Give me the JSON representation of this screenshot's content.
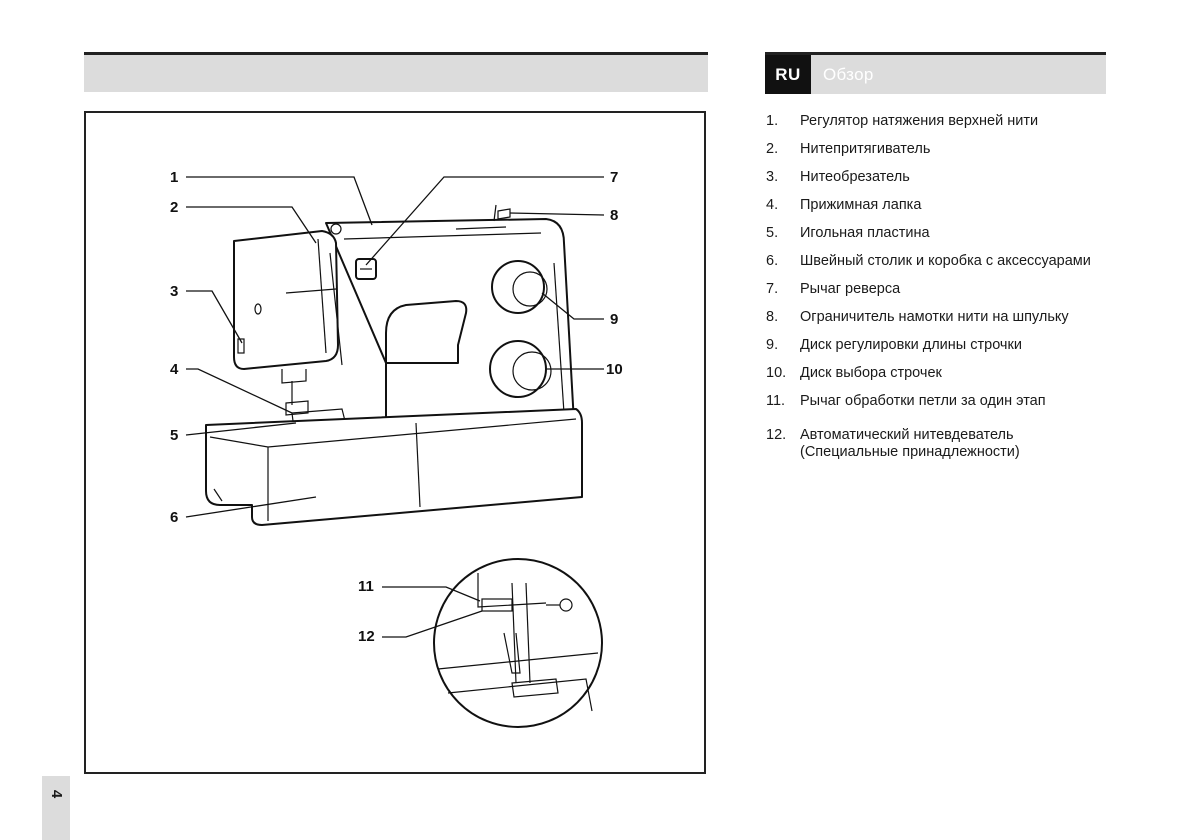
{
  "header": {
    "lang_code": "RU",
    "title": "Обзор"
  },
  "page_number": "4",
  "callouts": {
    "c1": "1",
    "c2": "2",
    "c3": "3",
    "c4": "4",
    "c5": "5",
    "c6": "6",
    "c7": "7",
    "c8": "8",
    "c9": "9",
    "c10": "10",
    "c11": "11",
    "c12": "12"
  },
  "parts": [
    {
      "num": "1.",
      "label": "Регулятор натяжения верхней нити"
    },
    {
      "num": "2.",
      "label": "Нитепритягиватель"
    },
    {
      "num": "3.",
      "label": "Нитеобрезатель"
    },
    {
      "num": "4.",
      "label": "Прижимная лапка"
    },
    {
      "num": "5.",
      "label": "Игольная пластина"
    },
    {
      "num": "6.",
      "label": "Швейный столик и коробка с аксессуарами"
    },
    {
      "num": "7.",
      "label": "Рычаг реверса"
    },
    {
      "num": "8.",
      "label": "Ограничитель намотки нити на шпульку"
    },
    {
      "num": "9.",
      "label": "Диск регулировки длины строчки"
    },
    {
      "num": "10.",
      "label": "Диск выбора строчек"
    },
    {
      "num": "11.",
      "label": "Рычаг обработки петли за один этап"
    },
    {
      "num": "12.",
      "label": "Автоматический нитевдеватель (Специальные принадлежности)"
    }
  ]
}
